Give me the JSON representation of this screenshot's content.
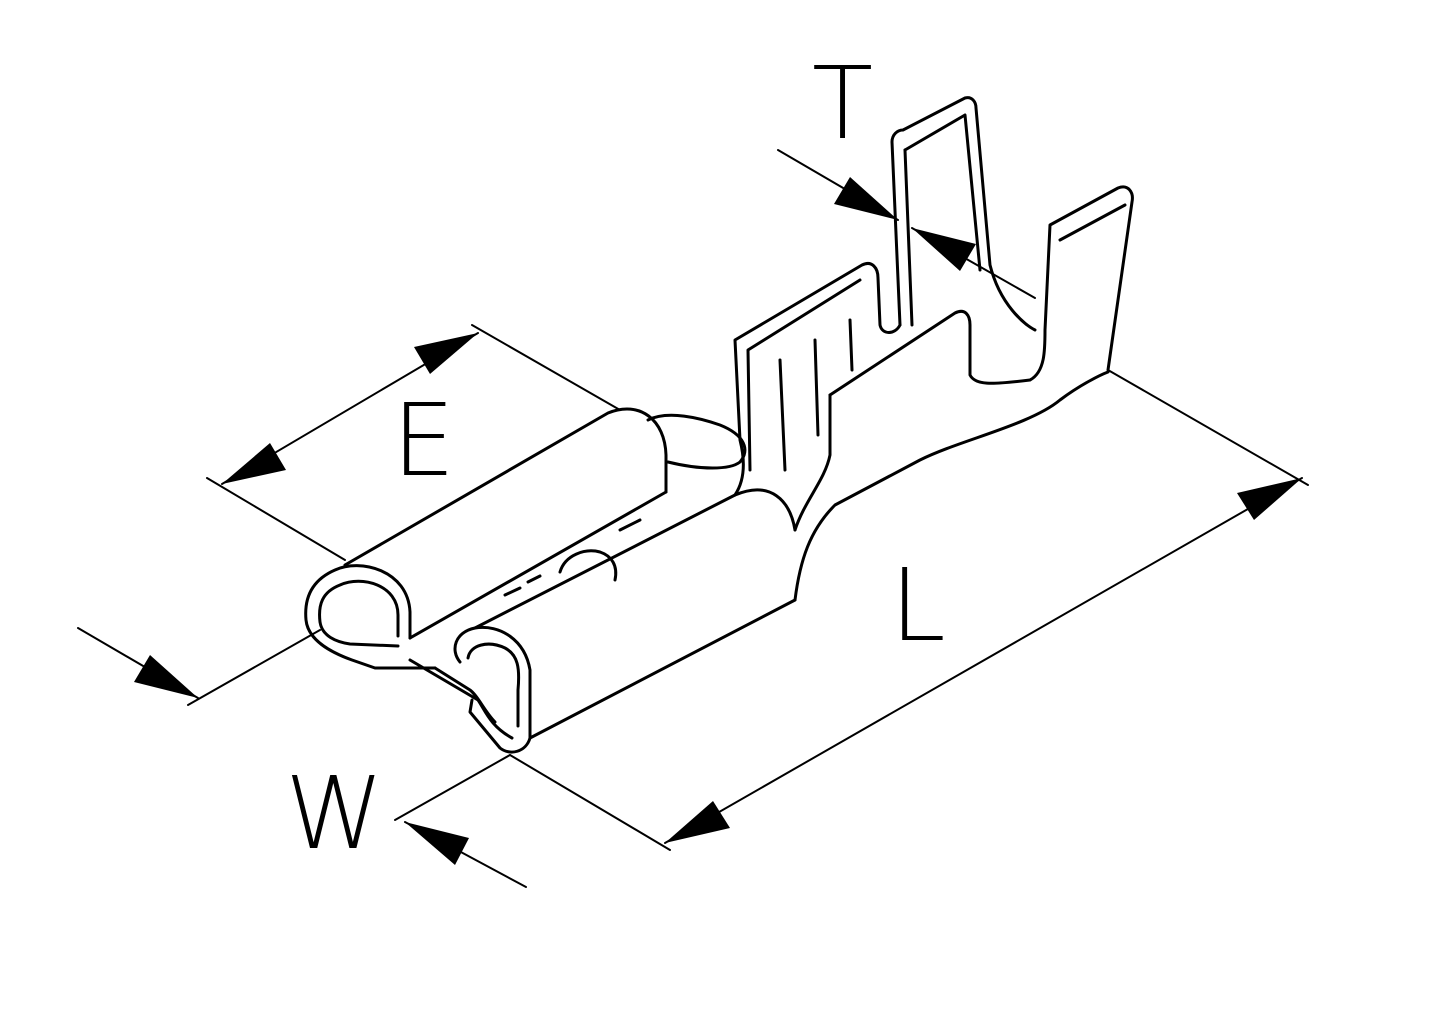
{
  "diagram": {
    "dimensions": [
      {
        "id": "E",
        "label": "E"
      },
      {
        "id": "L",
        "label": "L"
      },
      {
        "id": "T",
        "label": "T"
      },
      {
        "id": "W",
        "label": "W"
      }
    ]
  }
}
